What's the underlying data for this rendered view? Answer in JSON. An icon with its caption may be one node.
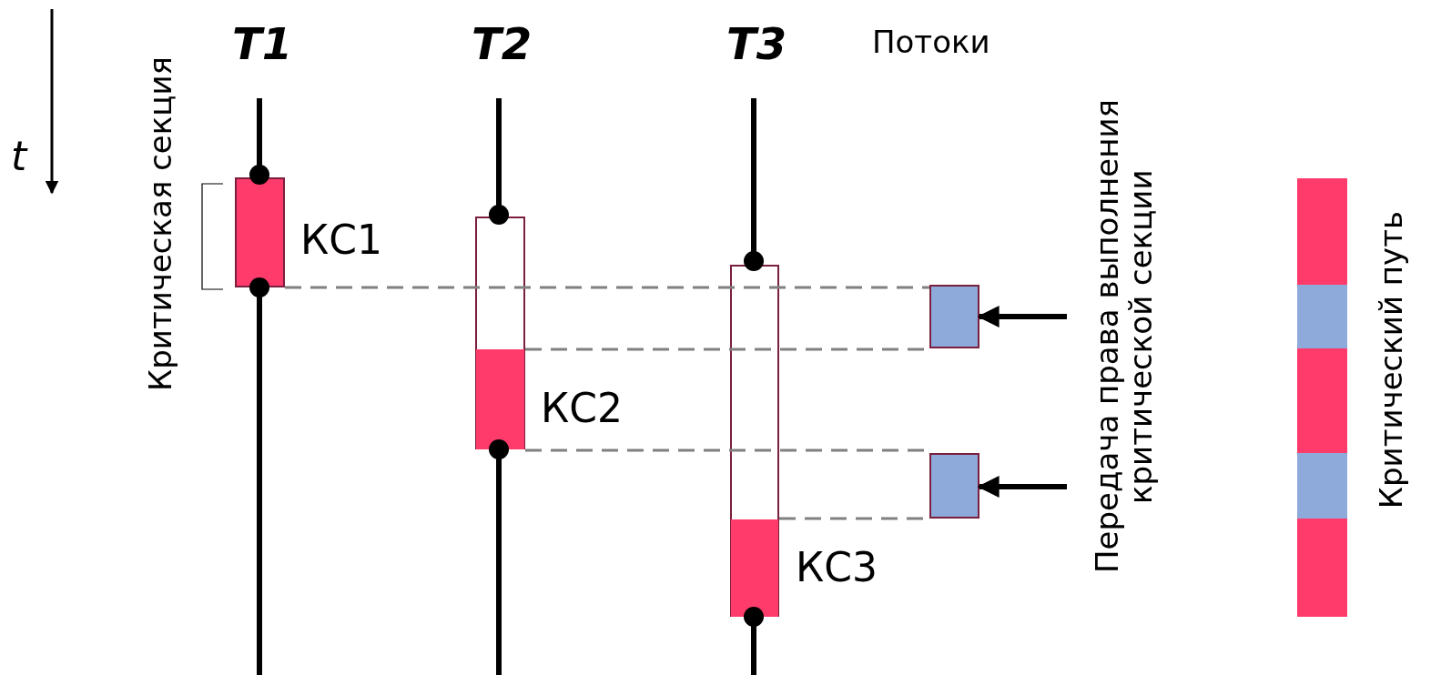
{
  "diagram": {
    "nodes": [
      {
        "text": [],
        "shape": "box",
        "beside": [
          "КС1"
        ]
      },
      {
        "text": [],
        "shape": "box"
      },
      {
        "text": [],
        "shape": "box",
        "in": 1,
        "beside": [
          "КС2"
        ]
      },
      {
        "text": [],
        "shape": "box"
      },
      {
        "text": [],
        "shape": "box",
        "in": 3,
        "beside": [
          "КС3"
        ]
      },
      {
        "text": [],
        "shape": "box"
      },
      {
        "text": [],
        "shape": "box"
      }
    ],
    "edges": [
      {
        "from": 0,
        "to": 5,
        "arrow": "none",
        "style": "dashed"
      },
      {
        "from": 2,
        "to": 5,
        "arrow": "none",
        "style": "dashed"
      },
      {
        "from": 2,
        "to": 6,
        "arrow": "none",
        "style": "dashed"
      },
      {
        "from": 4,
        "to": 6,
        "arrow": "none",
        "style": "dashed"
      },
      {
        "from": null,
        "to": 5,
        "arrow": "to",
        "style": "thick",
        "color": "#000000"
      },
      {
        "from": null,
        "to": 6,
        "arrow": "to",
        "style": "thick",
        "color": "#000000"
      }
    ],
    "labels": [
      "t",
      "T1",
      "T2",
      "T3",
      "Потоки",
      "Критическая секция",
      "Передача права выполнения критической секции",
      "Критический путь"
    ]
  }
}
